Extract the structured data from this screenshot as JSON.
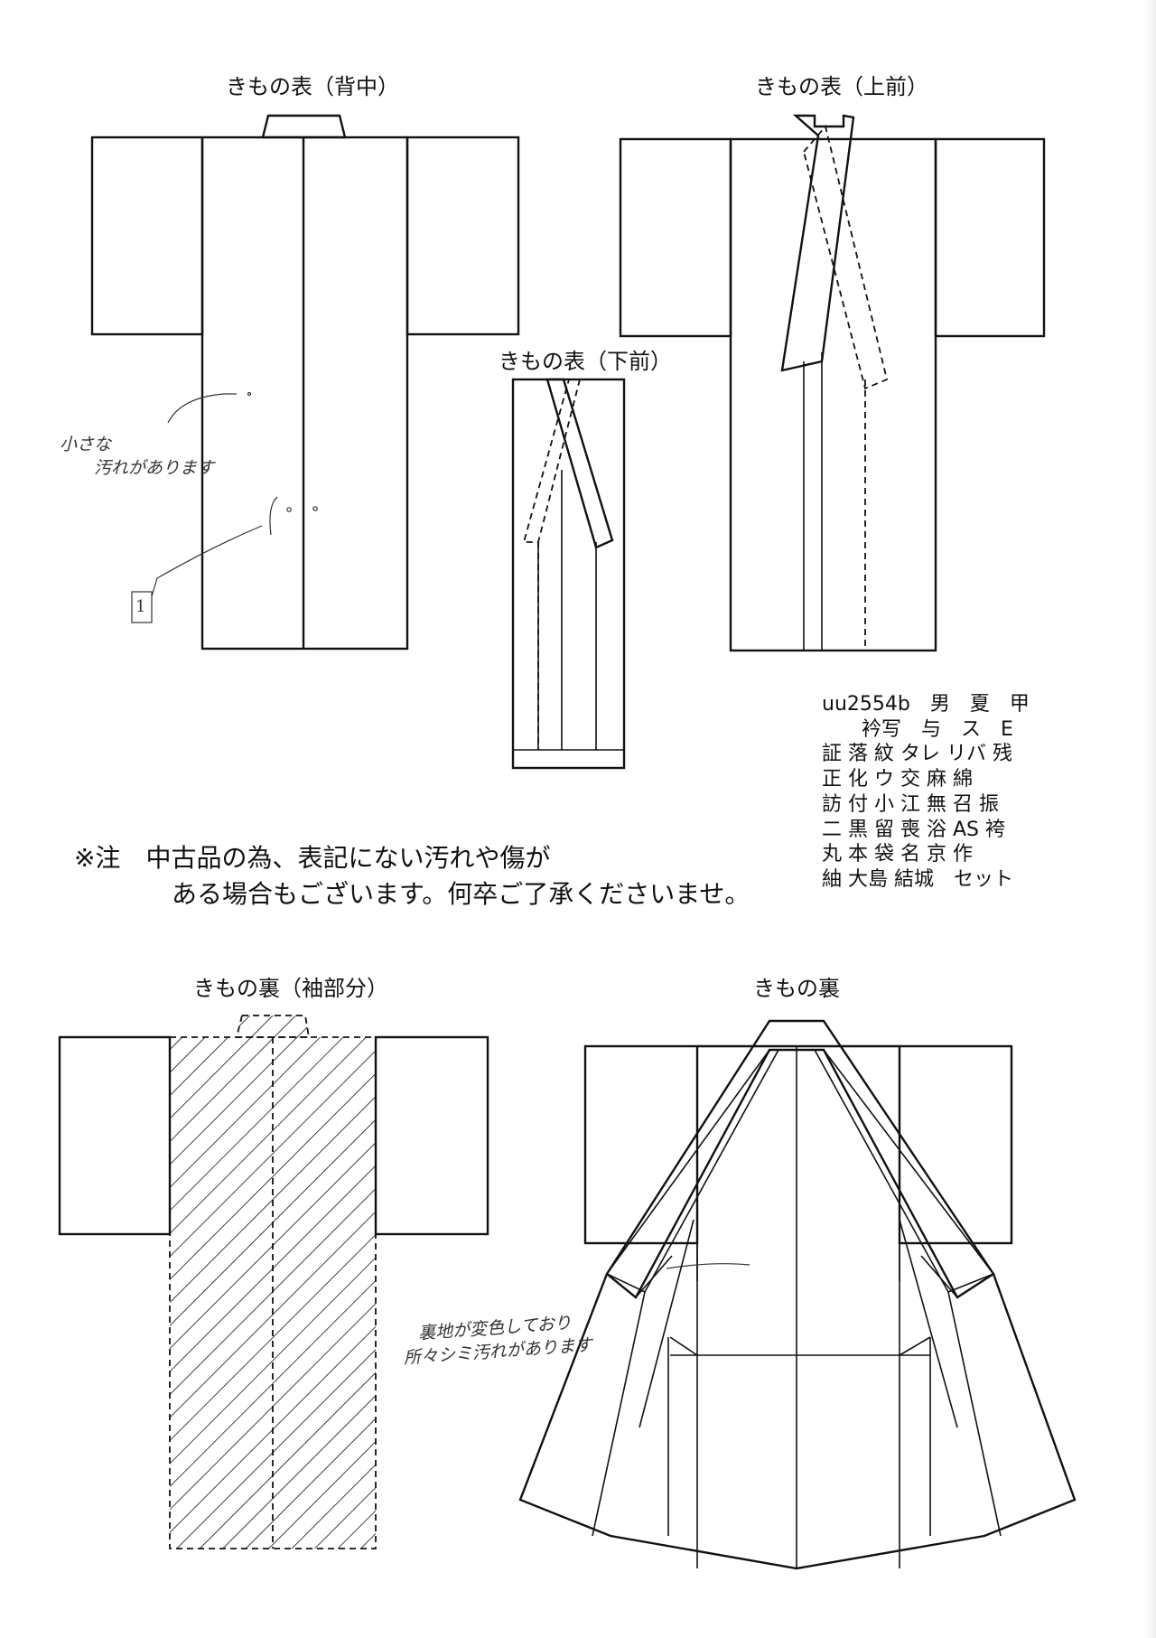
{
  "labels": {
    "back": "きもの表（背中）",
    "upper_front": "きもの表（上前）",
    "under_front": "きもの表（下前）",
    "lining_sleeve": "きもの裏（袖部分）",
    "lining": "きもの裏"
  },
  "notes": {
    "line1": "※注　中古品の為、表記にない汚れや傷が",
    "line2": "ある場合もございます。何卒ご了承くださいませ。"
  },
  "handwritten": {
    "stain_line1": "小さな",
    "stain_line2": "汚れがあります",
    "box_number": "1",
    "lining_line1": "裏地が変色しており",
    "lining_line2": "所々シミ汚れがあります"
  },
  "code_table": {
    "rows": [
      "uu2554b　男　夏　甲",
      "　　衿写　与　ス　E",
      "証 落 紋 タレ リバ 残",
      "正 化 ウ 交 麻 綿",
      "訪 付 小 江 無 召 振",
      "二 黒 留 喪 浴 AS 袴",
      "丸 本 袋 名 京 作",
      "紬 大島 結城　セット"
    ]
  },
  "colors": {
    "ink": "#111111",
    "paper": "#ffffff"
  }
}
